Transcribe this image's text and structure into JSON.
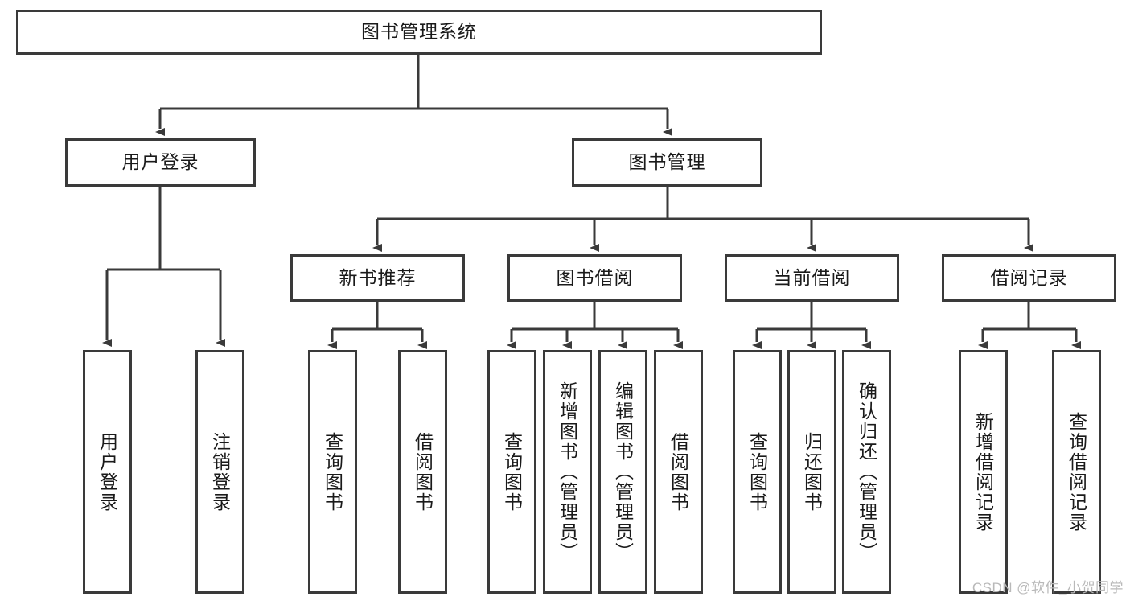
{
  "diagram": {
    "type": "hierarchy-tree",
    "title": "图书管理系统",
    "root": {
      "id": "root",
      "label": "图书管理系统"
    },
    "level2": [
      {
        "id": "user-login",
        "label": "用户登录"
      },
      {
        "id": "book-manage",
        "label": "图书管理"
      }
    ],
    "level3": [
      {
        "id": "new-book-recommend",
        "label": "新书推荐",
        "parent": "book-manage"
      },
      {
        "id": "book-borrow",
        "label": "图书借阅",
        "parent": "book-manage"
      },
      {
        "id": "current-borrow",
        "label": "当前借阅",
        "parent": "book-manage"
      },
      {
        "id": "borrow-record",
        "label": "借阅记录",
        "parent": "book-manage"
      }
    ],
    "leaves": [
      {
        "id": "leaf-user-login",
        "label": "用户登录",
        "parent": "user-login"
      },
      {
        "id": "leaf-logout-login",
        "label": "注销登录",
        "parent": "user-login"
      },
      {
        "id": "leaf-query-book-1",
        "label": "查询图书",
        "parent": "new-book-recommend"
      },
      {
        "id": "leaf-borrow-book-1",
        "label": "借阅图书",
        "parent": "new-book-recommend"
      },
      {
        "id": "leaf-query-book-2",
        "label": "查询图书",
        "parent": "book-borrow"
      },
      {
        "id": "leaf-add-book",
        "label": "新增图书（管理员）",
        "parent": "book-borrow"
      },
      {
        "id": "leaf-edit-book",
        "label": "编辑图书（管理员）",
        "parent": "book-borrow"
      },
      {
        "id": "leaf-borrow-book-2",
        "label": "借阅图书",
        "parent": "book-borrow"
      },
      {
        "id": "leaf-query-book-3",
        "label": "查询图书",
        "parent": "current-borrow"
      },
      {
        "id": "leaf-return-book",
        "label": "归还图书",
        "parent": "current-borrow"
      },
      {
        "id": "leaf-confirm-return",
        "label": "确认归还（管理员）",
        "parent": "current-borrow"
      },
      {
        "id": "leaf-add-record",
        "label": "新增借阅记录",
        "parent": "borrow-record"
      },
      {
        "id": "leaf-query-record",
        "label": "查询借阅记录",
        "parent": "borrow-record"
      }
    ]
  },
  "watermark": {
    "text": "CSDN @软件_小贺同学"
  },
  "colors": {
    "stroke": "#3a3a3a",
    "background": "#ffffff",
    "text": "#1a1a1a",
    "watermark": "#b9b9b9"
  }
}
